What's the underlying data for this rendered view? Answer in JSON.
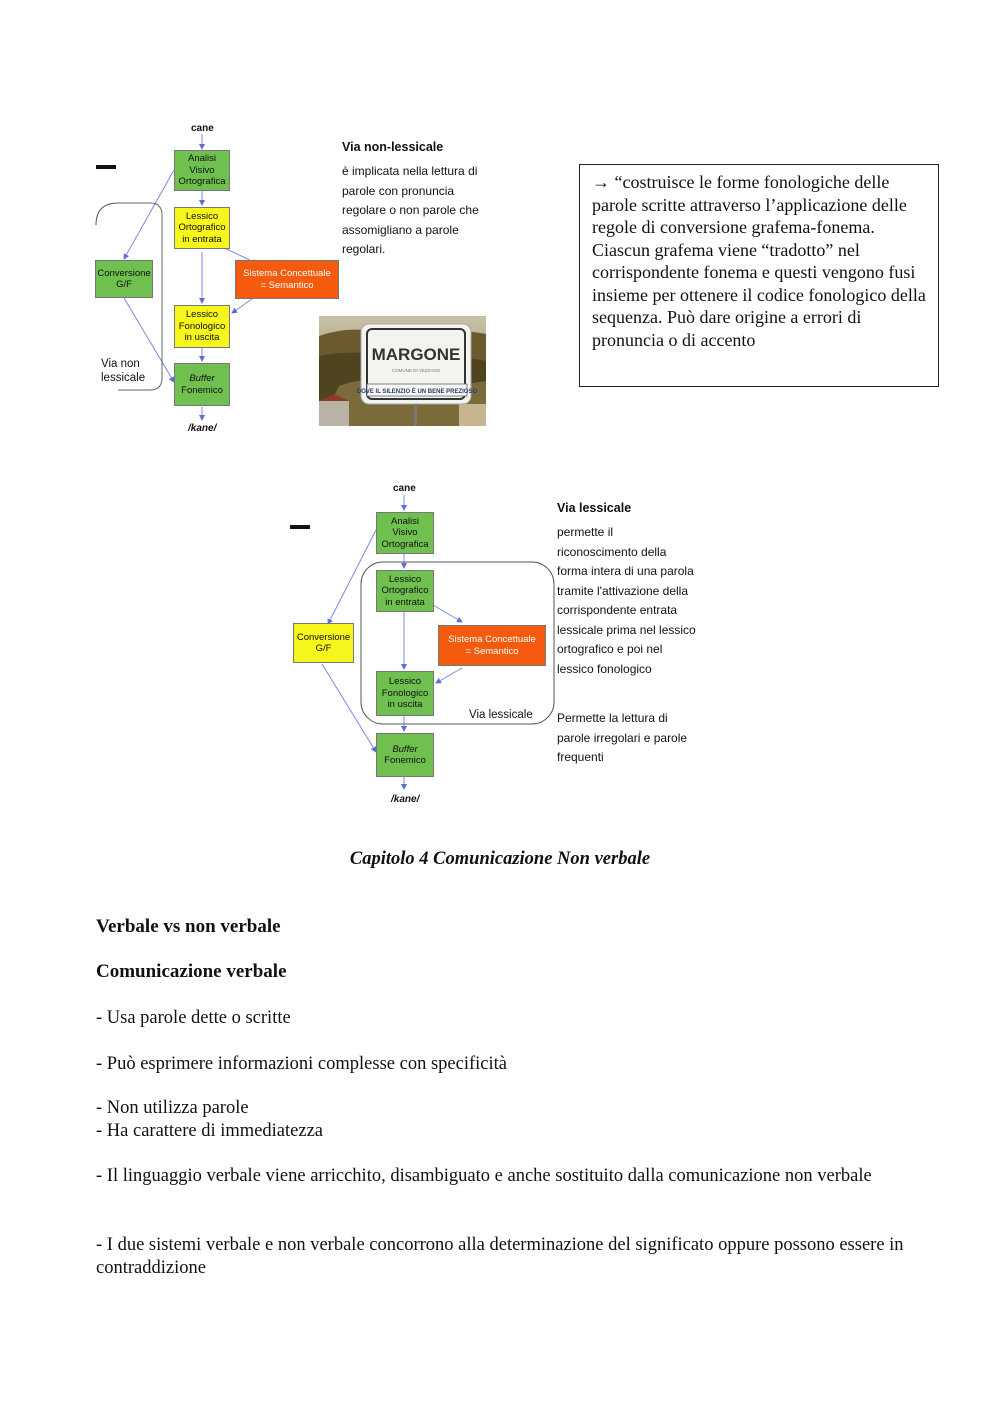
{
  "diagram1": {
    "input_word": "cane",
    "output_word": "/kane/",
    "boxes": {
      "analisi": "Analisi\nVisivo\nOrtografica",
      "lessico_entrata": "Lessico\nOrtografico\nin entrata",
      "sistema": "Sistema Concettuale\n= Semantico",
      "lessico_uscita": "Lessico\nFonologico\nin uscita",
      "buffer": "Buffer\nFonemico",
      "conversione": "Conversione\nG/F"
    },
    "route_label": "Via non\nlessicale",
    "title": "Via non-lessicale",
    "description": "è implicata nella lettura di\nparole con pronuncia\nregolare o non parole che\nassomigliano a parole\nregolari.",
    "photo": {
      "sign_text": "MARGONE",
      "sign_small": "COMUNE DI VEZZANO",
      "banner_text": "DOVE IL SILENZIO È UN BENE PREZIOSO"
    }
  },
  "quote": "→ “costruisce le forme fonologiche delle parole scritte attraverso l’applicazione delle regole di conversione grafema-fonema. Ciascun grafema viene “tradotto” nel corrispondente fonema e questi vengono fusi insieme per ottenere il codice fonologico della sequenza. Può dare origine a errori di pronuncia o di accento",
  "diagram2": {
    "input_word": "cane",
    "output_word": "/kane/",
    "boxes": {
      "analisi": "Analisi\nVisivo\nOrtografica",
      "lessico_entrata": "Lessico\nOrtografico\nin entrata",
      "sistema": "Sistema Concettuale\n= Semantico",
      "lessico_uscita": "Lessico\nFonologico\nin uscita",
      "buffer": "Buffer\nFonemico",
      "conversione": "Conversione\nG/F"
    },
    "route_label": "Via lessicale",
    "title": "Via lessicale",
    "description": "permette il\nriconoscimento della\nforma intera di una parola\ntramite l'attivazione della\ncorrispondente entrata\nlessicale prima nel lessico\nortografico e poi nel\nlessico fonologico",
    "description2": "Permette la lettura di\nparole irregolari e parole\nfrequenti"
  },
  "caption": "Capitolo 4 Comunicazione Non verbale",
  "heading1": "Verbale vs non verbale",
  "heading2": "Comunicazione verbale",
  "paragraphs": [
    "- Usa parole dette o scritte",
    "- Può esprimere informazioni complesse con specificità",
    "- Non utilizza parole",
    "- Ha carattere di immediatezza",
    "- Il linguaggio verbale viene arricchito, disambiguato e anche sostituito dalla comunicazione non verbale",
    "- I due sistemi verbale e non verbale concorrono alla determinazione del significato oppure possono essere in contraddizione"
  ]
}
